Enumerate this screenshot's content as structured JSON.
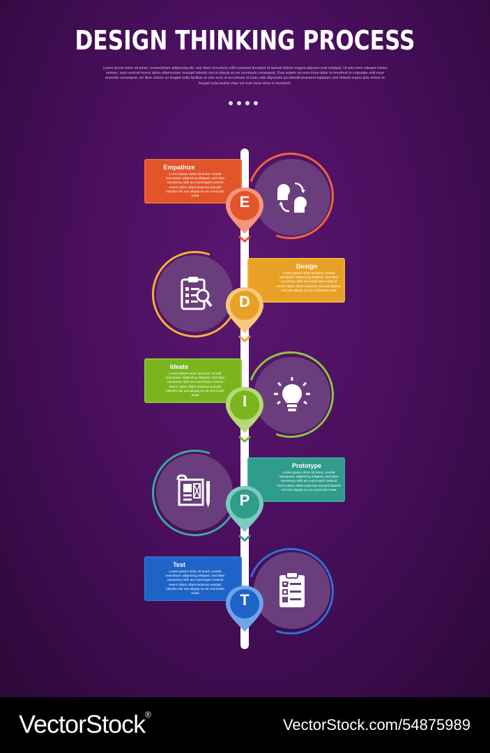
{
  "header": {
    "title": "DESIGN THINKING PROCESS",
    "subtitle": "Lorem ipsum dolor sit amet, consectetuer adipiscing elit, sed diam nonummy nibh euismod tincidunt ut laoreet dolore magna aliquam erat volutpat. Ut wisi enim adeqne minim veniam, quis nostrud exerci tation ullamcorper suscipit lobortis nisl ut aliquip ex ea commodo consequat. Duis autem vel eum iriure dolor in hendrerit in vulputate velit esse molestie consequat, vel illum dolore eu feugiat nulla facilisis at vero eros et accumsan et iusto odio dignissim qui blandit praesent luptatum zzril delenit augue duis dolore te feugait nulla facilisi vitae vel eum iriure dolor in hendrerit.",
    "dots": 4
  },
  "steps": [
    {
      "key": "empathize",
      "title": "Empathize",
      "letter": "E",
      "color": "#e2542a",
      "ring": "#f0673b",
      "icon": "heads-exchange-icon",
      "side": "left",
      "body": "Lorem ipsum dolor sit amet, coreda nsectetuer adipiscing elitaped, sed tilam nonummy nibh aro euismopel nostrud exerci tation ullamcorperep suscipit lobortis nisl utsi aliquip ex ea commodo erata"
    },
    {
      "key": "design",
      "title": "Design",
      "letter": "D",
      "color": "#e8a126",
      "ring": "#f5b335",
      "icon": "clipboard-search-icon",
      "side": "right",
      "body": "Lorem ipsum dolor sit amet, coreda nsectetuer adipiscing elitaped, sed tilam nonummy nibh aro euismopel nostrud exerci tation ullamcorperep suscipit lobortis nisl utsi aliquip ex ea commodo erata"
    },
    {
      "key": "ideate",
      "title": "Ideate",
      "letter": "I",
      "color": "#7ab51d",
      "ring": "#8cc63f",
      "icon": "lightbulb-icon",
      "side": "left",
      "body": "Lorem ipsum dolor sit amet, coreda nsectetuer adipiscing elitaped, sed tilam nonummy nibh aro euismopel nostrud exerci tation ullamcorperep suscipit lobortis nisl utsi aliquip ex ea commodo erata"
    },
    {
      "key": "prototype",
      "title": "Prototype",
      "letter": "P",
      "color": "#2f9c8c",
      "ring": "#3aa99a",
      "icon": "blueprint-icon",
      "side": "right",
      "body": "Lorem ipsum dolor sit amet, coreda nsectetuer adipiscing elitaped, sed tilam nonummy nibh aro euismopel nostrud exerci tation ullamcorperep suscipit lobortis nisl utsi aliquip ex ea commodo erata"
    },
    {
      "key": "test",
      "title": "Test",
      "letter": "T",
      "color": "#1e64c8",
      "ring": "#2a73d6",
      "icon": "checklist-icon",
      "side": "left",
      "body": "Lorem ipsum dolor sit amet, coreda nsectetuer adipiscing elitaped, sed tilam nonummy nibh aro euismopel nostrud exerci tation ullamcorperep suscipit lobortis nisl utsi aliquip ex ea commodo erata"
    }
  ],
  "footer": {
    "brand": "VectorStock",
    "brand_mark": "®",
    "ref": "VectorStock.com/54875989"
  }
}
